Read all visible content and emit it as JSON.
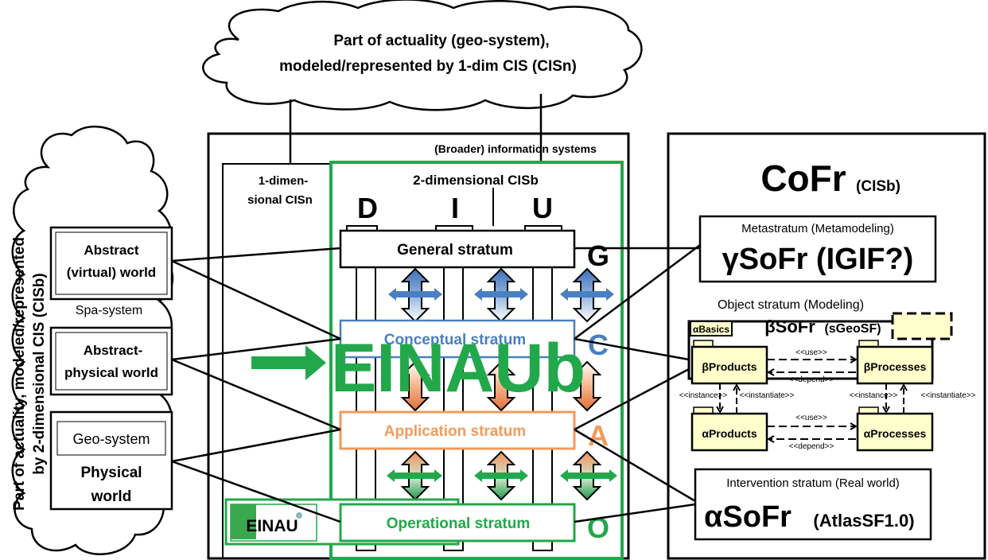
{
  "top_cloud": {
    "line1": "Part of actuality (geo-system),",
    "line2": "modeled/represented by 1-dim CIS (CISn)"
  },
  "left_cloud": {
    "vertical_line1": "Part of actuality, modeled/represented",
    "vertical_line2": "by 2-dimensional CIS (CISb)",
    "abstract_world_1": "Abstract",
    "abstract_world_2": "(virtual) world",
    "spa_system": "Spa-system",
    "abstract_physical_1": "Abstract-",
    "abstract_physical_2": "physical  world",
    "geo_system": "Geo-system",
    "physical_world_1": "Physical",
    "physical_world_2": "world"
  },
  "center": {
    "broader_label": "(Broader) information systems",
    "cisn_1": "1-dimen-",
    "cisn_2": "sional CISn",
    "cisb_label": "2-dimensional CISb",
    "col_d": "D",
    "col_i": "I",
    "col_u": "U",
    "general_stratum": "General stratum",
    "conceptual_stratum": "Conceptual stratum",
    "application_stratum": "Application stratum",
    "operational_stratum": "Operational stratum",
    "letter_g": "G",
    "letter_c": "C",
    "letter_a": "A",
    "letter_o": "O",
    "einaub": "EINAUb",
    "einau": "EINAU"
  },
  "right": {
    "cofr": "CoFr",
    "cofr_sub": "(CISb)",
    "metastratum": "Metastratum (Metamodeling)",
    "gamma_sofr": "γSoFr (IGIF?)",
    "object_stratum": "Object stratum (Modeling)",
    "beta_sofr": "βSoFr",
    "beta_sub": "(sGeoSF)",
    "alpha_basics": "αBasics",
    "beta_products": "βProducts",
    "beta_processes": "βProcesses",
    "alpha_products": "αProducts",
    "alpha_processes": "αProcesses",
    "use_top": "<<use>>",
    "depend_top": "<<depend>>",
    "use_bottom": "<<use>>",
    "depend_bottom": "<<depend>>",
    "instance_left": "<<instance>>",
    "instantiate_left": "<<instantiate>>",
    "instance_right": "<<instance>>",
    "instantiate_right": "<<instantiate>>",
    "intervention": "Intervention stratum (Real world)",
    "alpha_sofr": "αSoFr",
    "alpha_sub": "(AtlasSF1.0)"
  },
  "colors": {
    "green": "#22a84a",
    "blue": "#4a7fc1",
    "orange": "#f39a5a",
    "cream": "#ffffcc"
  }
}
